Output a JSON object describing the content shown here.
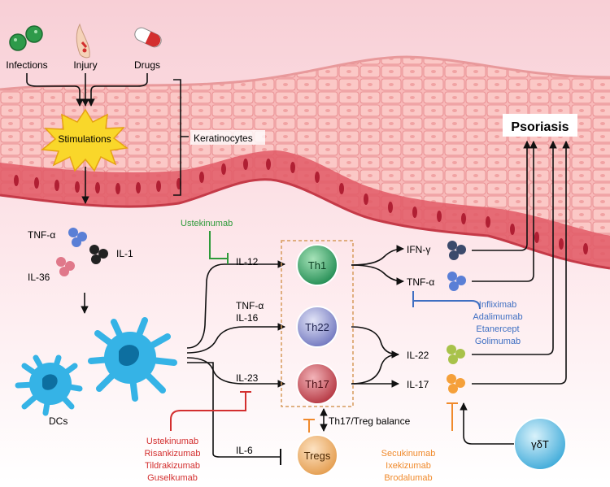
{
  "triggers": {
    "infections": "Infections",
    "injury": "Injury",
    "drugs": "Drugs"
  },
  "stimulations": "Stimulations",
  "keratinocytes": "Keratinocytes",
  "psoriasis": "Psoriasis",
  "cytokines": {
    "tnf_a": "TNF-α",
    "il1": "IL-1",
    "il36": "IL-36",
    "il12": "IL-12",
    "tnf_a_il16_line1": "TNF-α",
    "tnf_a_il16_line2": "IL-16",
    "il23": "IL-23",
    "il6": "IL-6",
    "ifn_g": "IFN-γ",
    "tnf_a_out": "TNF-α",
    "il22": "IL-22",
    "il17": "IL-17"
  },
  "cells": {
    "dcs": "DCs",
    "th1": "Th1",
    "th22": "Th22",
    "th17": "Th17",
    "tregs": "Tregs",
    "gdt": "γδT"
  },
  "balance": "Th17/Treg balance",
  "drugs": {
    "ustekinumab_top": "Ustekinumab",
    "il23_inhibitors": [
      "Ustekinumab",
      "Risankizumab",
      "Tildrakizumab",
      "Guselkumab"
    ],
    "tnf_inhibitors": [
      "Infliximab",
      "Adalimumab",
      "Etanercept",
      "Golimumab"
    ],
    "il17_inhibitors": [
      "Secukinumab",
      "Ixekizumab",
      "Brodalumab"
    ]
  },
  "colors": {
    "green_drug": "#2e9a3a",
    "red_drug": "#d32f2f",
    "blue_drug": "#3f6fc2",
    "orange_drug": "#f08a2c",
    "th1": "#2faa68",
    "th22": "#8e94d2",
    "th17": "#d5575f",
    "tregs": "#f3b676",
    "dc": "#35b3e6"
  }
}
